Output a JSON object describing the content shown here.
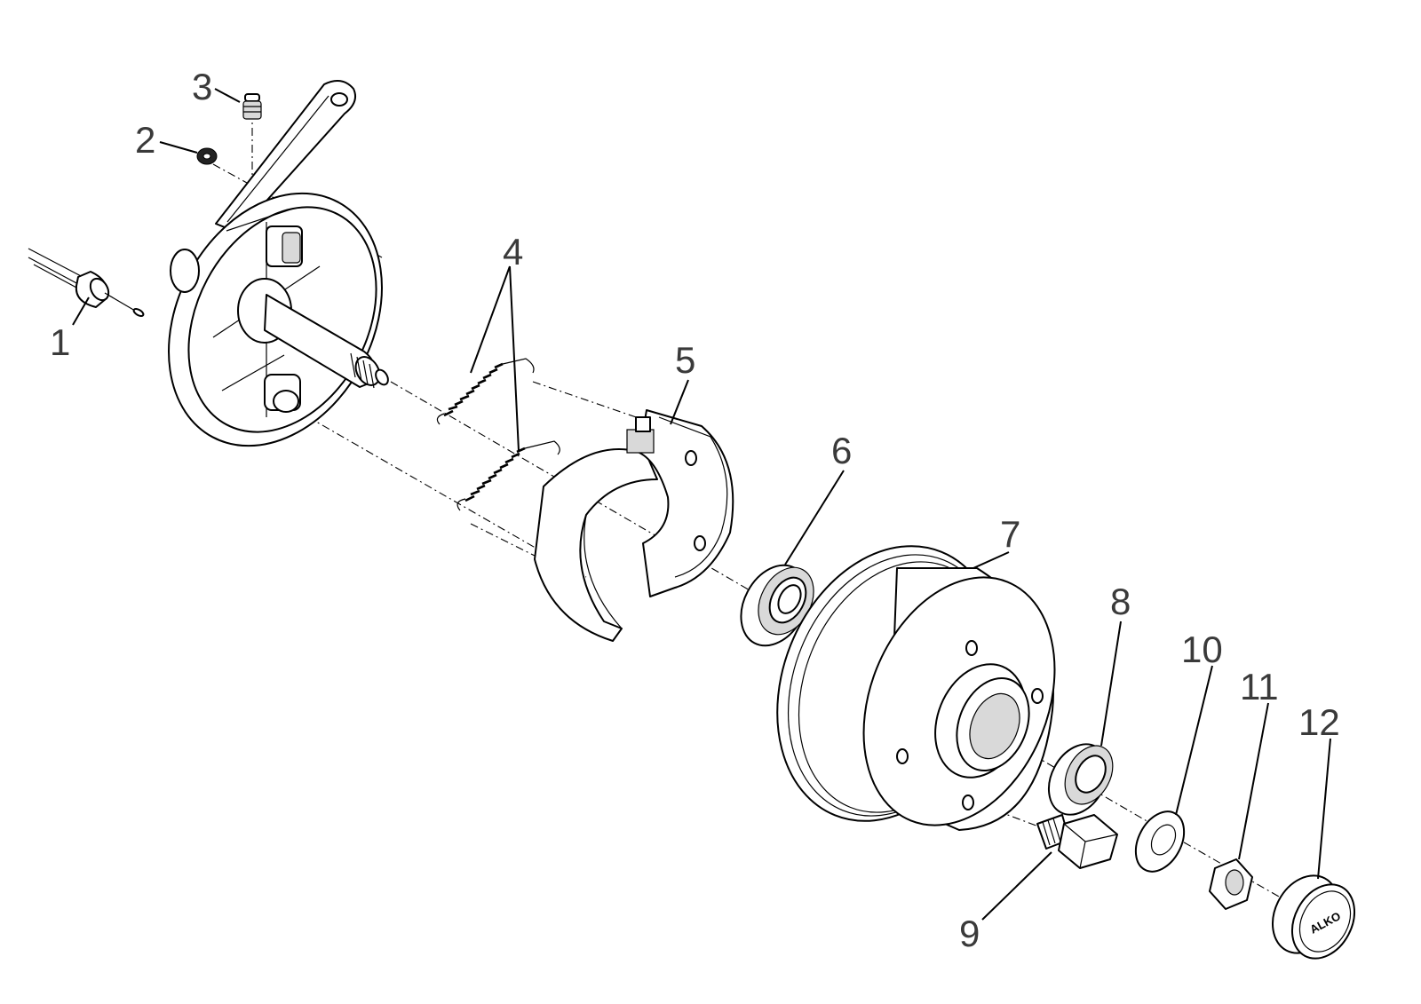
{
  "callouts": [
    {
      "id": "1",
      "label": "1"
    },
    {
      "id": "2",
      "label": "2"
    },
    {
      "id": "3",
      "label": "3"
    },
    {
      "id": "4",
      "label": "4"
    },
    {
      "id": "5",
      "label": "5"
    },
    {
      "id": "6",
      "label": "6"
    },
    {
      "id": "7",
      "label": "7"
    },
    {
      "id": "8",
      "label": "8"
    },
    {
      "id": "9",
      "label": "9"
    },
    {
      "id": "10",
      "label": "10"
    },
    {
      "id": "11",
      "label": "11"
    },
    {
      "id": "12",
      "label": "12"
    }
  ],
  "hub_cap_logo": "ALKO",
  "colors": {
    "line": "#000000",
    "label": "#3a3a3a",
    "background": "#ffffff"
  }
}
